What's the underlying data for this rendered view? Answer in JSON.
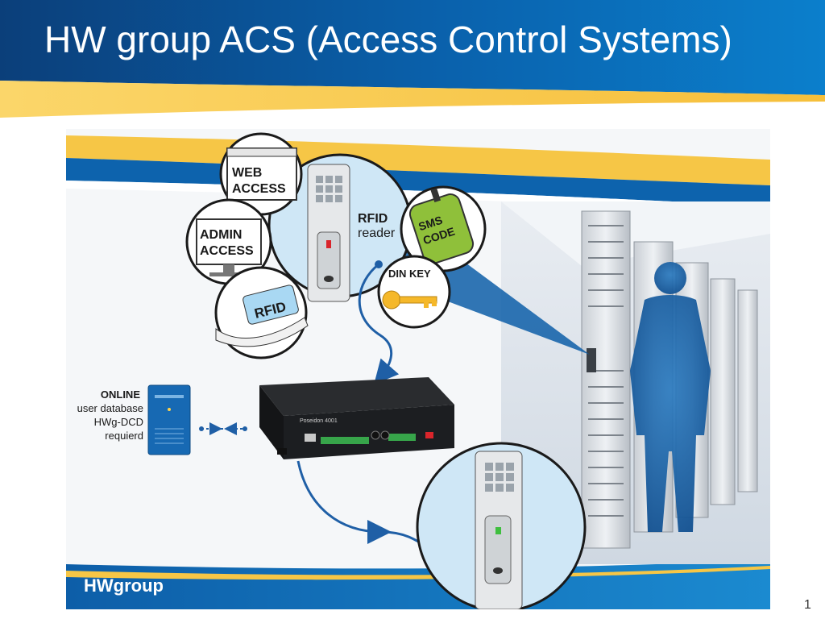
{
  "slide": {
    "title": "HW group ACS (Access Control Systems)",
    "page_number": "1"
  },
  "diagram": {
    "web_access": [
      "WEB",
      "ACCESS"
    ],
    "admin_access": [
      "ADMIN",
      "ACCESS"
    ],
    "rfid_card": "RFID",
    "rfid_reader": [
      "RFID",
      "reader"
    ],
    "sms_code": [
      "SMS",
      "CODE"
    ],
    "din_key": "DIN KEY",
    "online_db": [
      "ONLINE",
      "user database",
      "HWg-DCD",
      "requierd"
    ],
    "device_label": "Poseidon 4001",
    "logo": "HWgroup"
  },
  "colors": {
    "header_blue": "#0a5fa8",
    "accent_yellow": "#f7c948",
    "connector_blue": "#1f5fa6",
    "silhouette_blue": "#1b5e9e"
  }
}
